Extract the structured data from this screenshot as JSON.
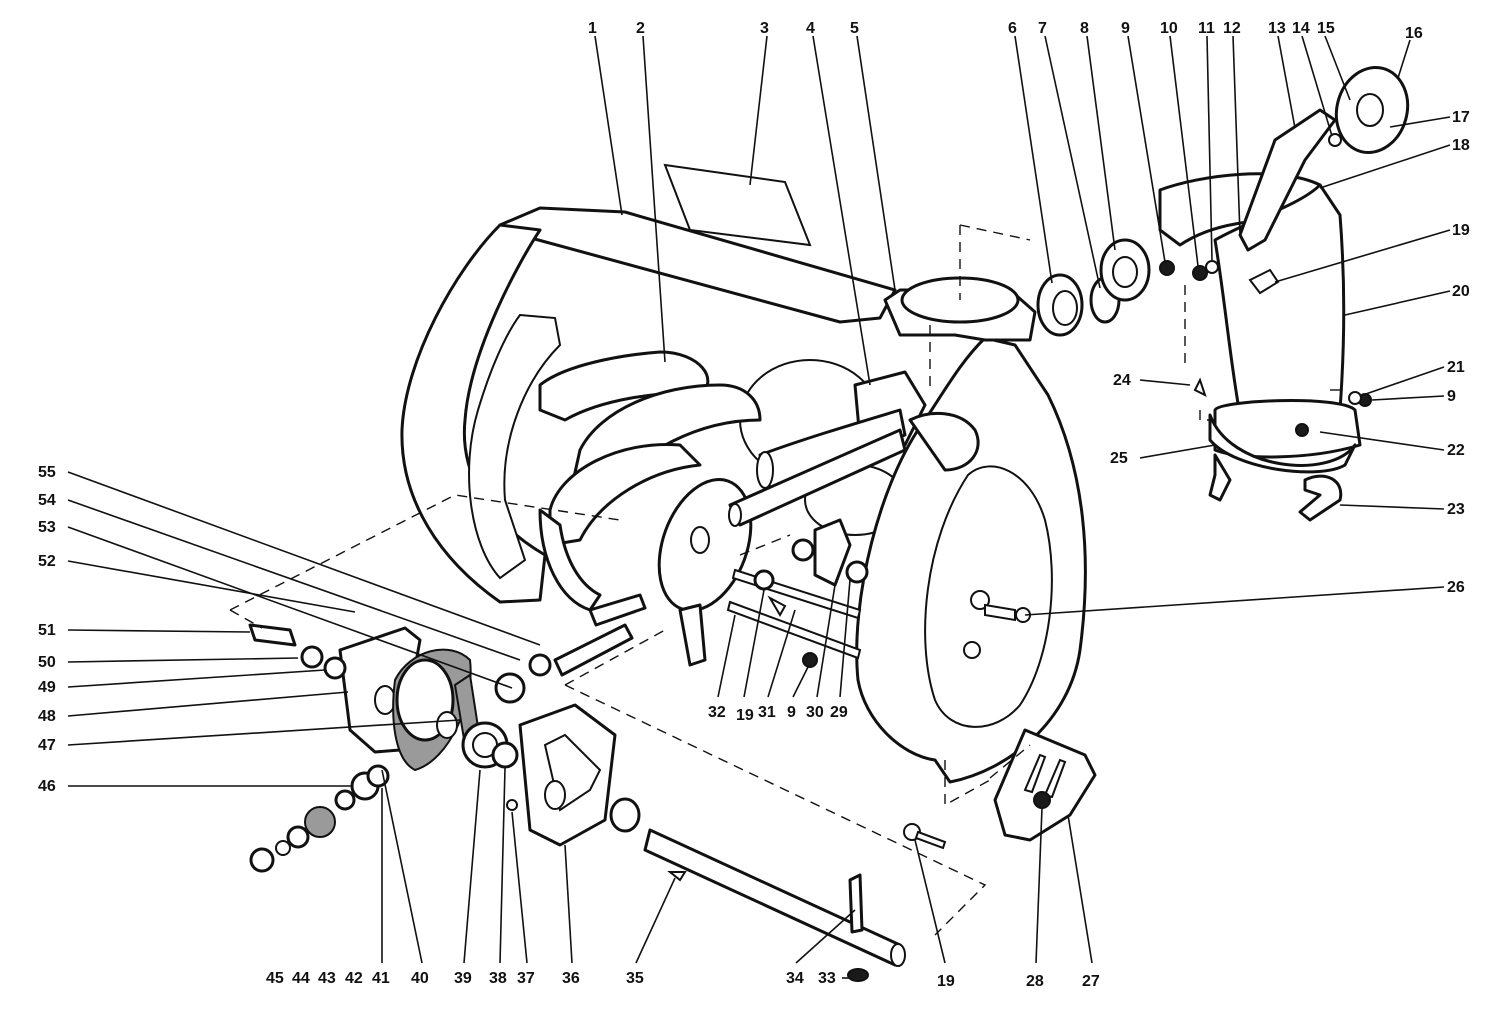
{
  "callouts": [
    {
      "id": "c1",
      "label": "1"
    },
    {
      "id": "c2",
      "label": "2"
    },
    {
      "id": "c3",
      "label": "3"
    },
    {
      "id": "c4",
      "label": "4"
    },
    {
      "id": "c5",
      "label": "5"
    },
    {
      "id": "c6",
      "label": "6"
    },
    {
      "id": "c7",
      "label": "7"
    },
    {
      "id": "c8",
      "label": "8"
    },
    {
      "id": "c9a",
      "label": "9"
    },
    {
      "id": "c10",
      "label": "10"
    },
    {
      "id": "c11",
      "label": "11"
    },
    {
      "id": "c12",
      "label": "12"
    },
    {
      "id": "c13",
      "label": "13"
    },
    {
      "id": "c14",
      "label": "14"
    },
    {
      "id": "c15",
      "label": "15"
    },
    {
      "id": "c16",
      "label": "16"
    },
    {
      "id": "c17",
      "label": "17"
    },
    {
      "id": "c18",
      "label": "18"
    },
    {
      "id": "c19a",
      "label": "19"
    },
    {
      "id": "c20",
      "label": "20"
    },
    {
      "id": "c21",
      "label": "21"
    },
    {
      "id": "c9b",
      "label": "9"
    },
    {
      "id": "c22",
      "label": "22"
    },
    {
      "id": "c23",
      "label": "23"
    },
    {
      "id": "c24",
      "label": "24"
    },
    {
      "id": "c25",
      "label": "25"
    },
    {
      "id": "c26",
      "label": "26"
    },
    {
      "id": "c55",
      "label": "55"
    },
    {
      "id": "c54",
      "label": "54"
    },
    {
      "id": "c53",
      "label": "53"
    },
    {
      "id": "c52",
      "label": "52"
    },
    {
      "id": "c51",
      "label": "51"
    },
    {
      "id": "c50",
      "label": "50"
    },
    {
      "id": "c49",
      "label": "49"
    },
    {
      "id": "c48",
      "label": "48"
    },
    {
      "id": "c47",
      "label": "47"
    },
    {
      "id": "c46",
      "label": "46"
    },
    {
      "id": "c32",
      "label": "32"
    },
    {
      "id": "c19b",
      "label": "19"
    },
    {
      "id": "c31",
      "label": "31"
    },
    {
      "id": "c9c",
      "label": "9"
    },
    {
      "id": "c30",
      "label": "30"
    },
    {
      "id": "c29",
      "label": "29"
    },
    {
      "id": "c45",
      "label": "45"
    },
    {
      "id": "c44",
      "label": "44"
    },
    {
      "id": "c43",
      "label": "43"
    },
    {
      "id": "c42",
      "label": "42"
    },
    {
      "id": "c41",
      "label": "41"
    },
    {
      "id": "c40",
      "label": "40"
    },
    {
      "id": "c39",
      "label": "39"
    },
    {
      "id": "c38",
      "label": "38"
    },
    {
      "id": "c37",
      "label": "37"
    },
    {
      "id": "c36",
      "label": "36"
    },
    {
      "id": "c35",
      "label": "35"
    },
    {
      "id": "c34",
      "label": "34"
    },
    {
      "id": "c33",
      "label": "33"
    },
    {
      "id": "c19c",
      "label": "19"
    },
    {
      "id": "c28",
      "label": "28"
    },
    {
      "id": "c27",
      "label": "27"
    }
  ]
}
